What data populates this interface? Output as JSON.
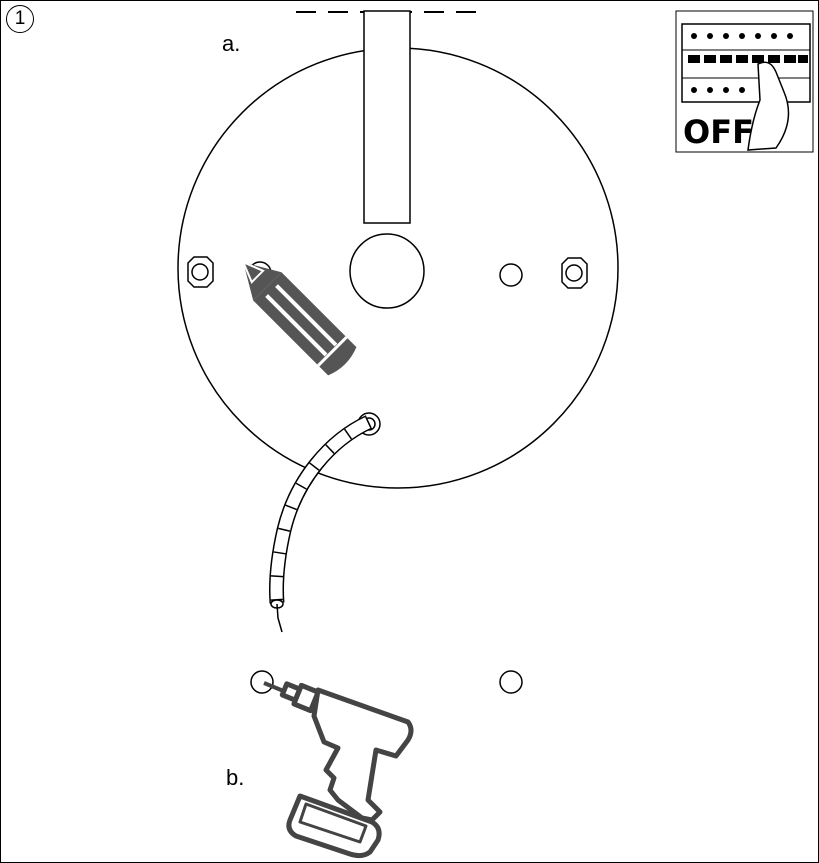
{
  "step": {
    "number": "1"
  },
  "labels": {
    "a": "a.",
    "b": "b."
  },
  "inset": {
    "switch_state": "OFF"
  },
  "icons": {
    "pencil": "pencil-icon",
    "drill": "drill-icon",
    "breaker_panel": "circuit-breaker-icon"
  },
  "colors": {
    "line": "#000000",
    "tool_gray": "#555555",
    "background": "#ffffff"
  }
}
